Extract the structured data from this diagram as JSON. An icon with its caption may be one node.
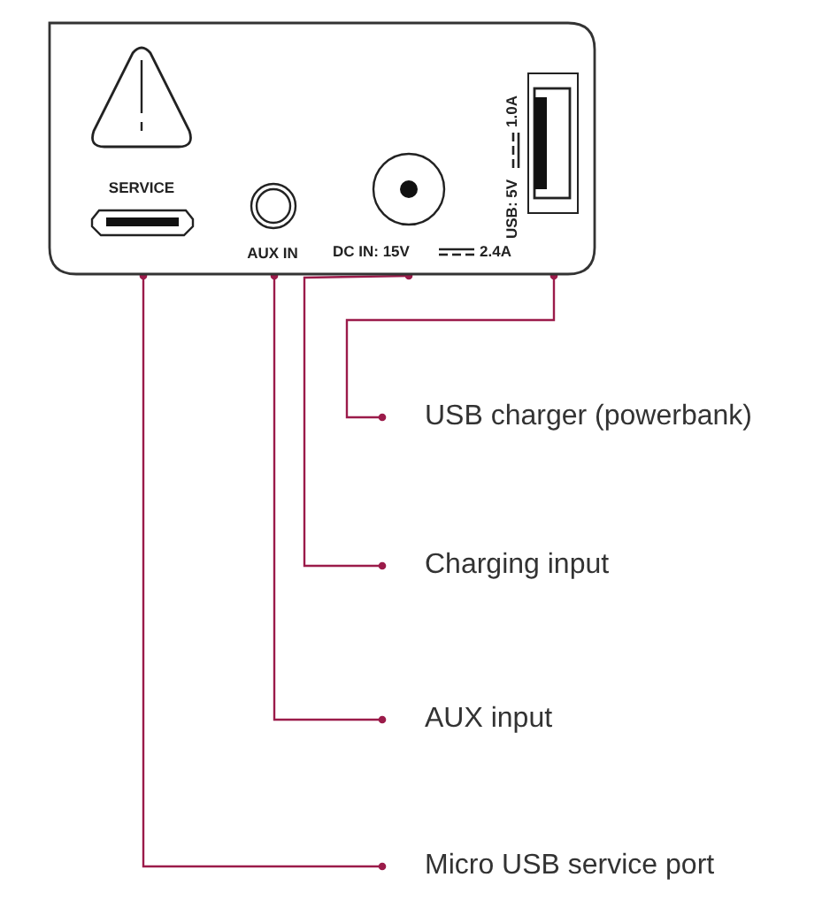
{
  "diagram": {
    "nodes": [
      {
        "text": [],
        "shape": "box"
      },
      {
        "text": [],
        "shape": "box",
        "in": 0
      },
      {
        "text": [],
        "shape": "circle",
        "in": 0
      },
      {
        "text": [],
        "shape": "circle",
        "in": 0
      },
      {
        "text": [],
        "shape": "box",
        "in": 0
      },
      {
        "text": [
          "USB charger (powerbank)"
        ]
      },
      {
        "text": [
          "Charging input"
        ]
      },
      {
        "text": [
          "AUX input"
        ]
      },
      {
        "text": [
          "Micro USB service port"
        ]
      }
    ],
    "edges": [
      {
        "from": 5,
        "to": 4,
        "arrow": "other"
      },
      {
        "from": 6,
        "to": 3,
        "arrow": "other"
      },
      {
        "from": 7,
        "to": 2,
        "arrow": "other"
      },
      {
        "from": 8,
        "to": 1,
        "arrow": "other"
      }
    ],
    "labels": [
      "SERVICE",
      "AUX IN",
      "DC IN: 15V",
      "2.4A",
      "USB: 5V",
      "1.0A"
    ]
  }
}
